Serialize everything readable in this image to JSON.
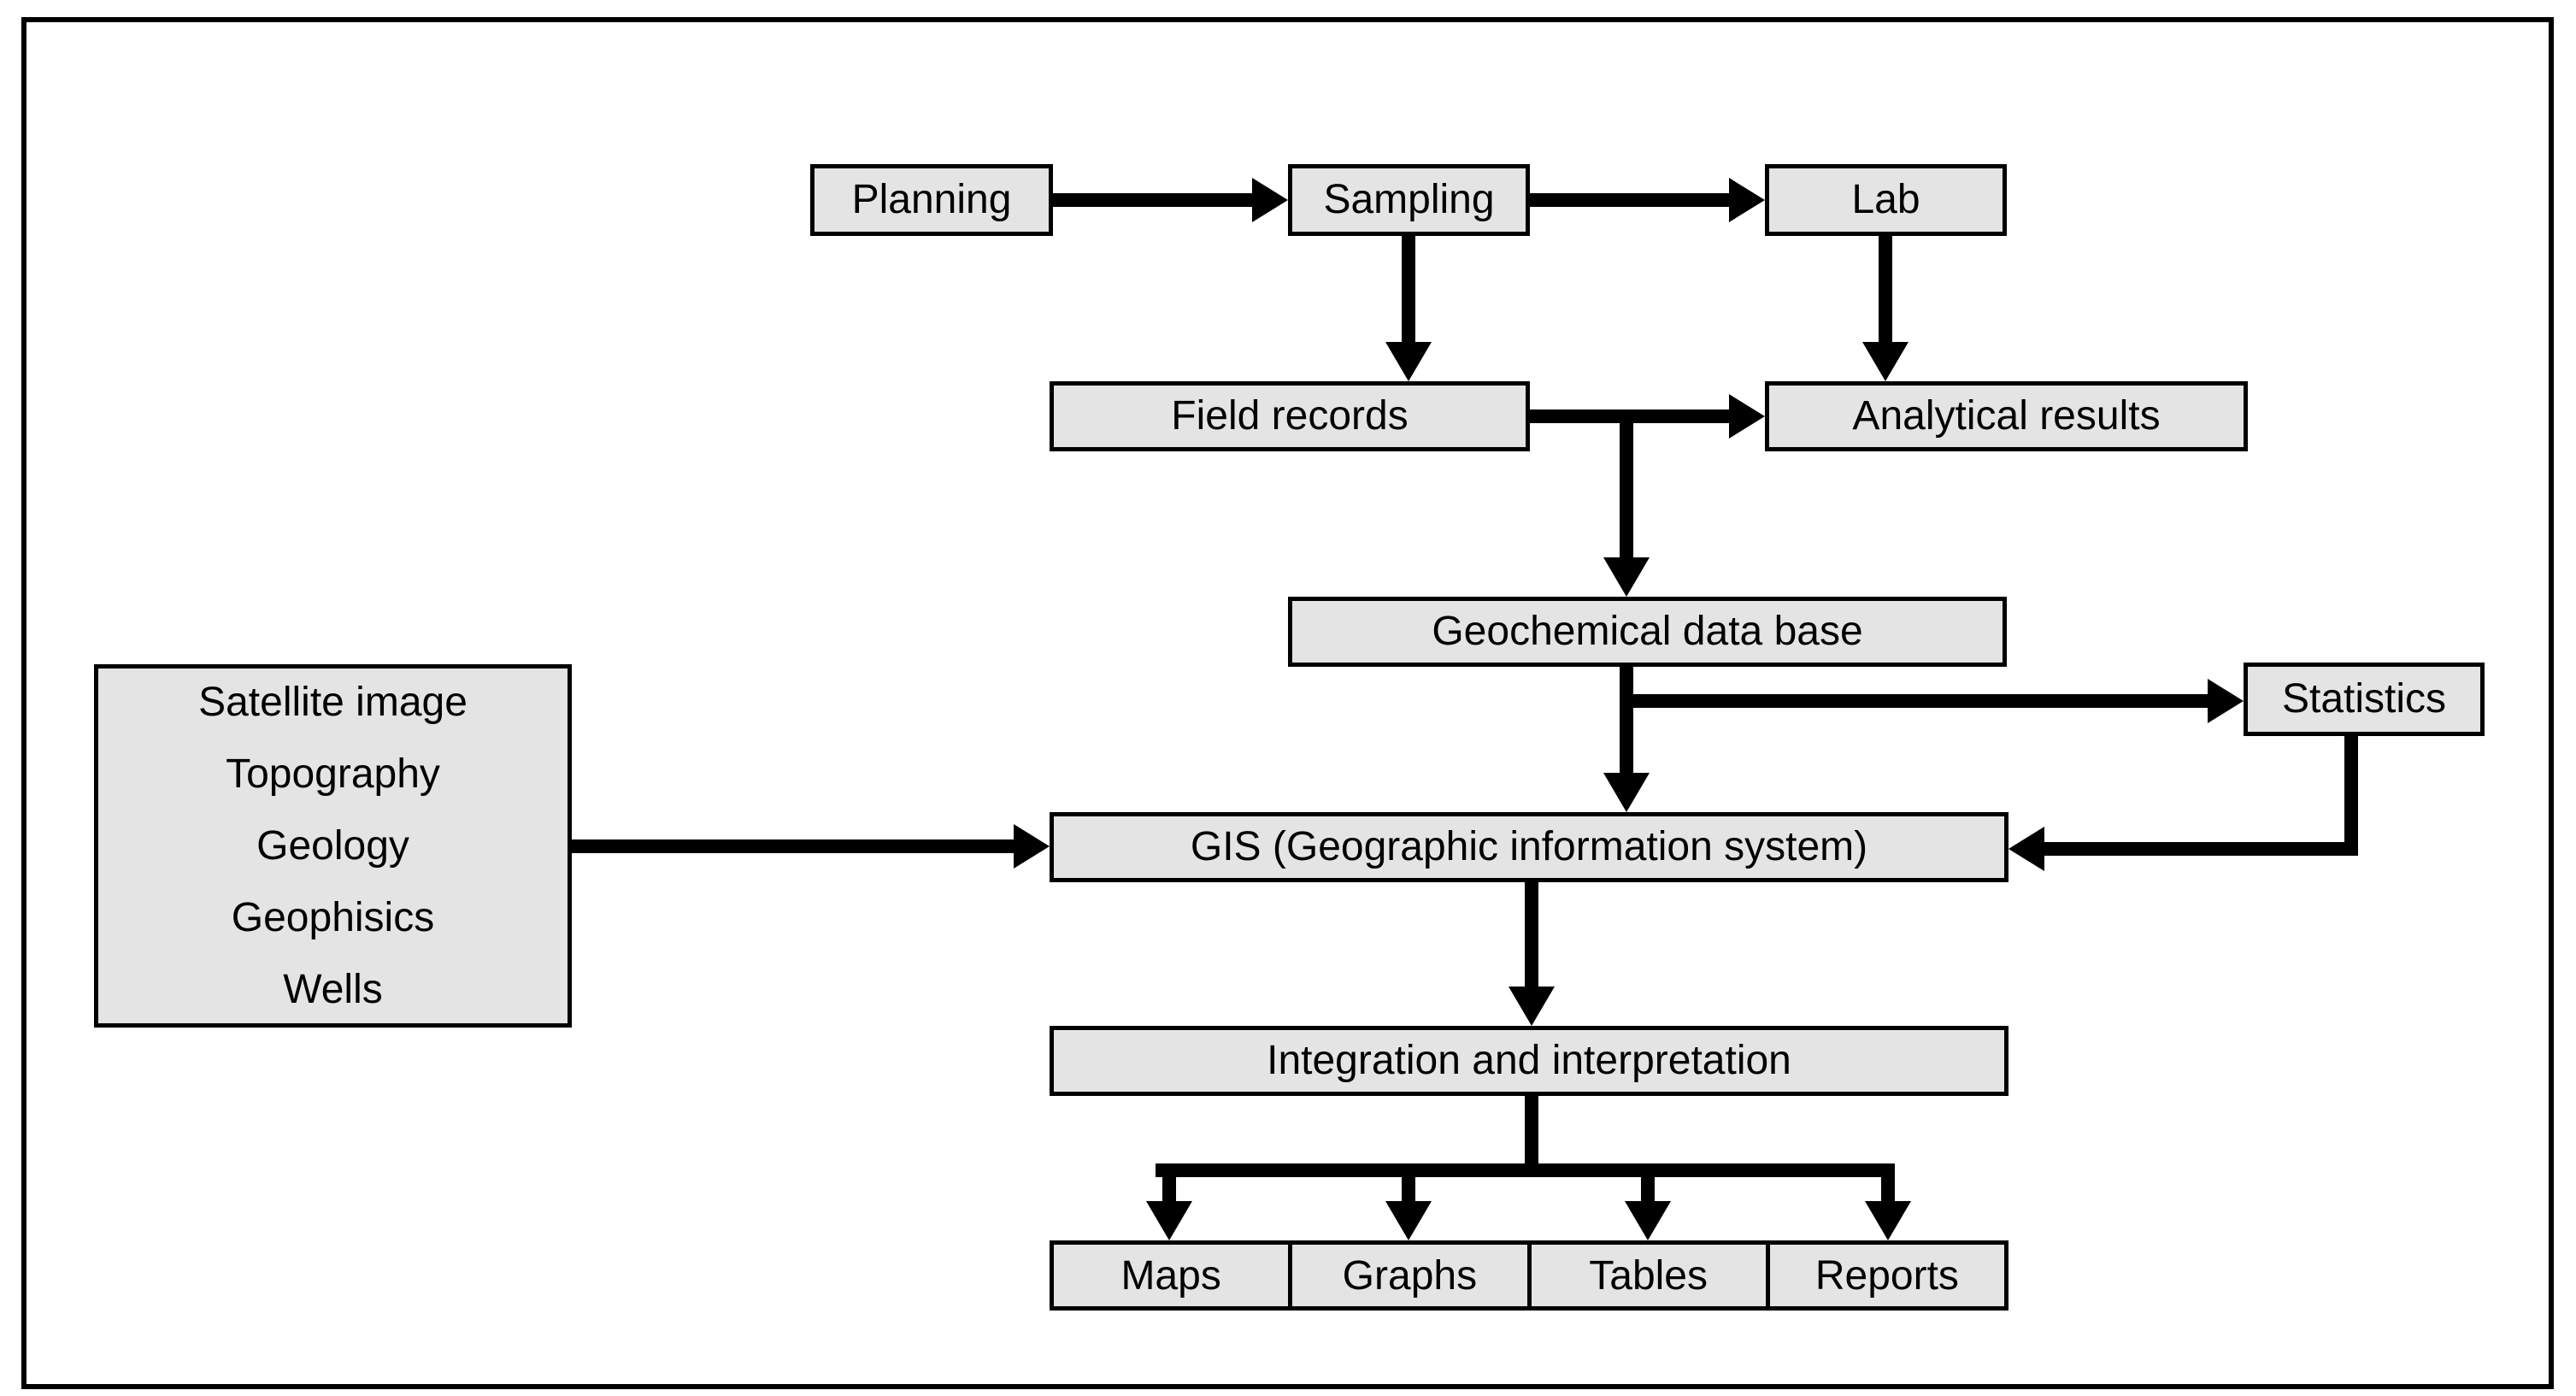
{
  "diagram": {
    "colors": {
      "background": "#ffffff",
      "box_fill": "#e4e4e4",
      "box_border": "#000000",
      "connector": "#000000"
    },
    "nodes": {
      "planning": "Planning",
      "sampling": "Sampling",
      "lab": "Lab",
      "field_records": "Field records",
      "analytical_results": "Analytical results",
      "geochemical_data_base": "Geochemical data base",
      "statistics": "Statistics",
      "gis": "GIS (Geographic information system)",
      "integration": "Integration and interpretation",
      "inputs": {
        "lines": [
          "Satellite image",
          "Topography",
          "Geology",
          "Geophisics",
          "Wells"
        ]
      },
      "outputs": {
        "maps": "Maps",
        "graphs": "Graphs",
        "tables": "Tables",
        "reports": "Reports"
      }
    },
    "edges": [
      {
        "from": "planning",
        "to": "sampling"
      },
      {
        "from": "sampling",
        "to": "lab"
      },
      {
        "from": "sampling",
        "to": "field_records"
      },
      {
        "from": "lab",
        "to": "analytical_results"
      },
      {
        "from": "field_records",
        "to": "analytical_results"
      },
      {
        "from": "field_records",
        "to": "geochemical_data_base"
      },
      {
        "from": "geochemical_data_base",
        "to": "statistics"
      },
      {
        "from": "geochemical_data_base",
        "to": "gis"
      },
      {
        "from": "statistics",
        "to": "gis"
      },
      {
        "from": "inputs",
        "to": "gis"
      },
      {
        "from": "gis",
        "to": "integration"
      },
      {
        "from": "integration",
        "to": "maps"
      },
      {
        "from": "integration",
        "to": "graphs"
      },
      {
        "from": "integration",
        "to": "tables"
      },
      {
        "from": "integration",
        "to": "reports"
      }
    ]
  }
}
